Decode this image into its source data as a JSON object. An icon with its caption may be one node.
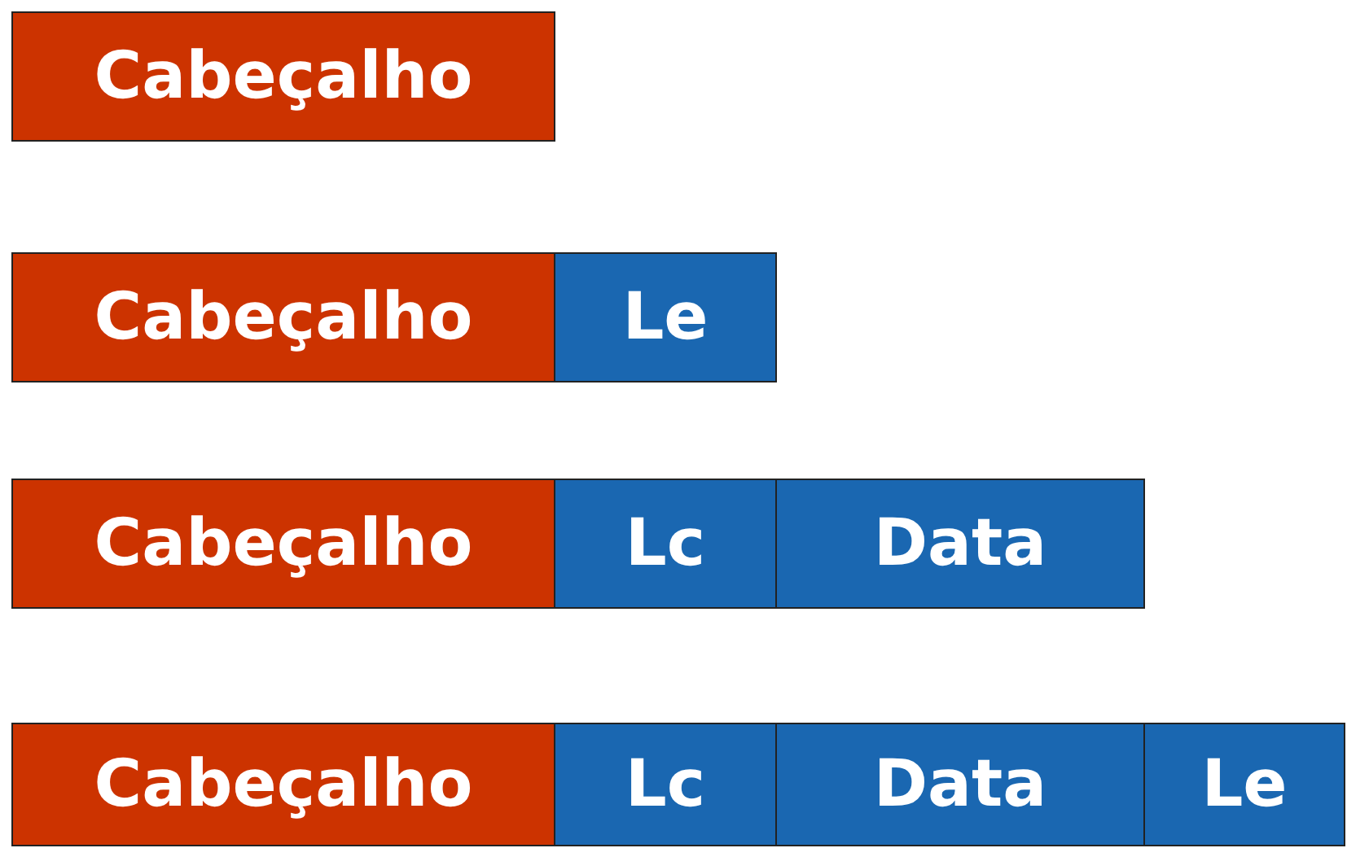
{
  "diagram": {
    "nodes": [
      {
        "text": [
          "Cabeçalho"
        ]
      },
      {
        "text": [
          "Cabeçalho"
        ]
      },
      {
        "text": [
          "Le"
        ]
      },
      {
        "text": [
          "Cabeçalho"
        ]
      },
      {
        "text": [
          "Lc"
        ]
      },
      {
        "text": [
          "Data"
        ]
      },
      {
        "text": [
          "Cabeçalho"
        ]
      },
      {
        "text": [
          "Lc"
        ]
      },
      {
        "text": [
          "Data"
        ]
      },
      {
        "text": [
          "Le"
        ]
      }
    ]
  }
}
